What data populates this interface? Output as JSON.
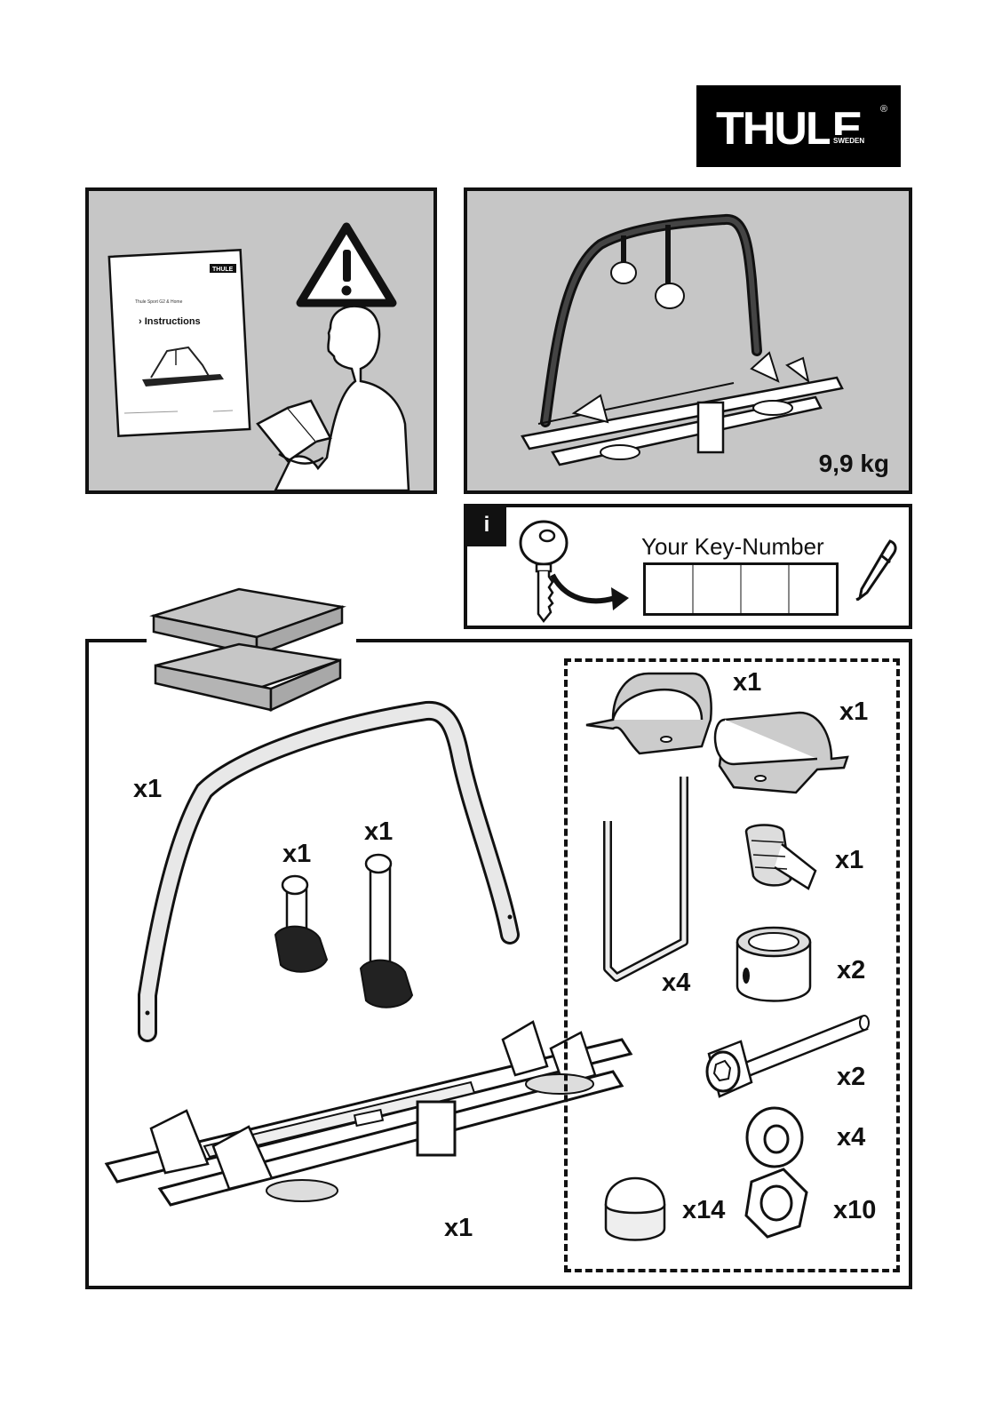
{
  "logo": {
    "text": "THULE",
    "subtext": "SWEDEN",
    "mark": "®"
  },
  "panel_read_instructions": {
    "booklet_brand": "THULE",
    "booklet_small_title": "Thule Sport G2 & Home",
    "booklet_heading": "› Instructions",
    "warning_icon": "warning-triangle-icon",
    "person_icon": "person-reading-icon"
  },
  "panel_product": {
    "weight": "9,9 kg"
  },
  "panel_key": {
    "info_badge": "i",
    "label": "Your Key-Number",
    "slot_count": 4,
    "key_icon": "key-icon",
    "pen_icon": "pen-icon"
  },
  "parts": {
    "hoop_qty": "x1",
    "wheel_holder_short_qty": "x1",
    "wheel_holder_long_qty": "x1",
    "rack_base_qty": "x1",
    "bracket_a_qty": "x1",
    "bracket_b_qty": "x1",
    "u_bolt_qty": "x4",
    "strap_qty": "x1",
    "spacer_qty": "x2",
    "bolt_qty": "x2",
    "washer_qty": "x4",
    "cap_qty": "x14",
    "nut_qty": "x10"
  }
}
